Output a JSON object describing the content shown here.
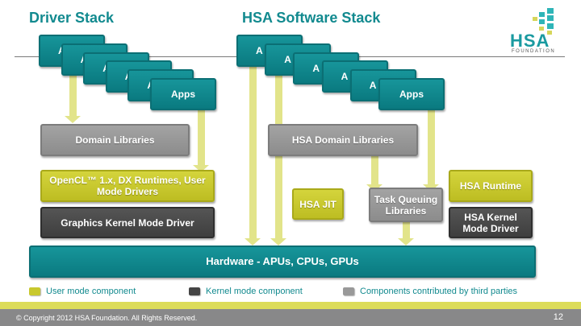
{
  "driver_stack": {
    "title": "Driver Stack",
    "apps": [
      "A",
      "A",
      "A",
      "A",
      "A",
      "Apps"
    ],
    "domain_libraries": "Domain Libraries",
    "runtimes": "OpenCL™ 1.x, DX Runtimes, User Mode Drivers",
    "kernel_driver": "Graphics Kernel Mode Driver"
  },
  "hsa_stack": {
    "title": "HSA Software Stack",
    "apps": [
      "A",
      "A",
      "A",
      "A",
      "A",
      "Apps"
    ],
    "domain_libraries": "HSA Domain Libraries",
    "jit": "HSA JIT",
    "task_queuing": "Task Queuing Libraries",
    "runtime": "HSA Runtime",
    "kernel_driver": "HSA Kernel Mode Driver"
  },
  "hardware": "Hardware - APUs, CPUs, GPUs",
  "legend": [
    {
      "label": "User mode component",
      "color": "#c8c82e"
    },
    {
      "label": "Kernel mode component",
      "color": "#454545"
    },
    {
      "label": "Components contributed by third parties",
      "color": "#999999"
    }
  ],
  "logo": {
    "text": "HSA",
    "subtext": "FOUNDATION"
  },
  "footer": {
    "copyright": "© Copyright 2012 HSA Foundation.  All Rights Reserved.",
    "page_number": "12"
  },
  "colors": {
    "teal": "#0f8389",
    "title": "#128a8f",
    "yellow": "#c8c82e",
    "dark": "#454545",
    "gray": "#999999"
  }
}
